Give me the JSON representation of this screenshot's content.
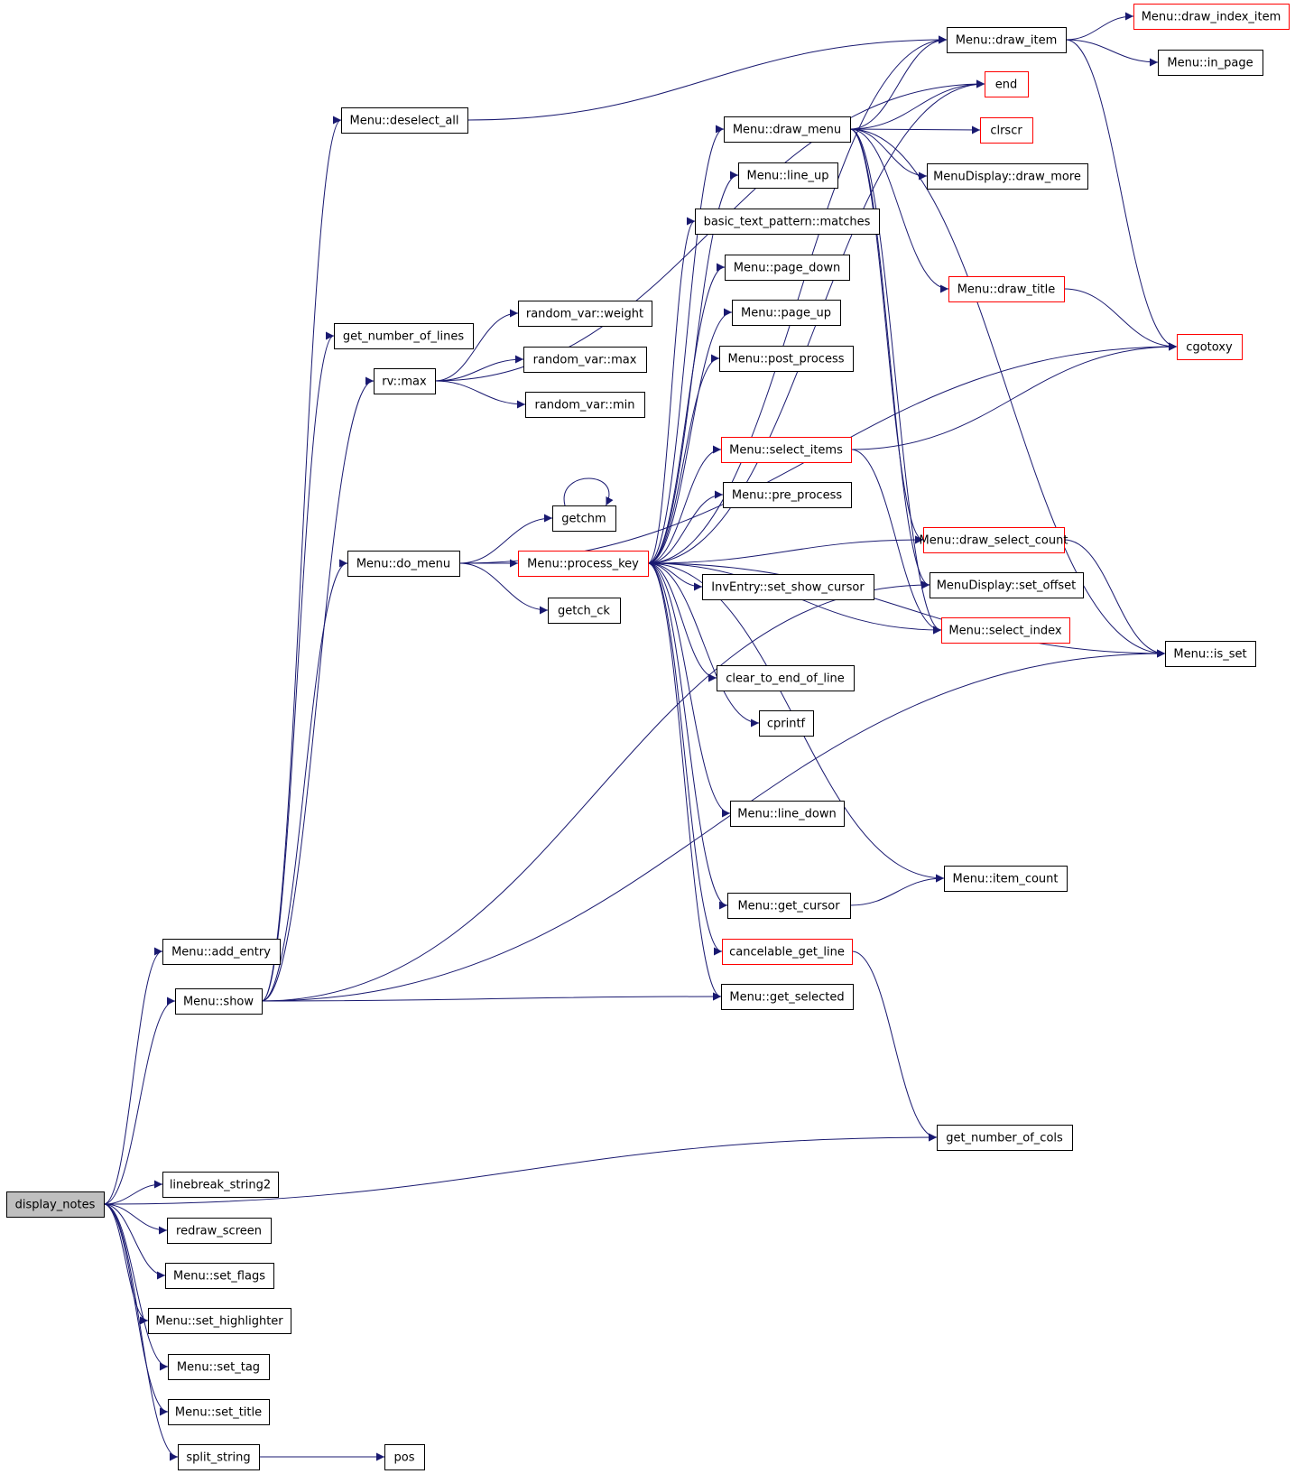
{
  "colors": {
    "edge": "#191970",
    "node_border": "#000000",
    "node_border_incomplete": "#ff0000",
    "root_fill": "#bfbfbf",
    "node_fill": "#ffffff"
  },
  "nodes": [
    {
      "id": "display_notes",
      "label": "display_notes",
      "border": "black",
      "root": true
    },
    {
      "id": "add_entry",
      "label": "Menu::add_entry",
      "border": "black"
    },
    {
      "id": "show",
      "label": "Menu::show",
      "border": "black"
    },
    {
      "id": "get_number_of_cols",
      "label": "get_number_of_cols",
      "border": "black"
    },
    {
      "id": "linebreak_string2",
      "label": "linebreak_string2",
      "border": "black"
    },
    {
      "id": "redraw_screen",
      "label": "redraw_screen",
      "border": "black"
    },
    {
      "id": "set_flags",
      "label": "Menu::set_flags",
      "border": "black"
    },
    {
      "id": "set_highlighter",
      "label": "Menu::set_highlighter",
      "border": "black"
    },
    {
      "id": "set_tag",
      "label": "Menu::set_tag",
      "border": "black"
    },
    {
      "id": "set_title",
      "label": "Menu::set_title",
      "border": "black"
    },
    {
      "id": "split_string",
      "label": "split_string",
      "border": "black"
    },
    {
      "id": "pos",
      "label": "pos",
      "border": "black"
    },
    {
      "id": "deselect_all",
      "label": "Menu::deselect_all",
      "border": "black"
    },
    {
      "id": "get_number_of_lines",
      "label": "get_number_of_lines",
      "border": "black"
    },
    {
      "id": "rv_max",
      "label": "rv::max",
      "border": "black"
    },
    {
      "id": "do_menu",
      "label": "Menu::do_menu",
      "border": "black"
    },
    {
      "id": "rv_weight",
      "label": "random_var::weight",
      "border": "black"
    },
    {
      "id": "rv_rmax",
      "label": "random_var::max",
      "border": "black"
    },
    {
      "id": "rv_min",
      "label": "random_var::min",
      "border": "black"
    },
    {
      "id": "getchm",
      "label": "getchm",
      "border": "black"
    },
    {
      "id": "process_key",
      "label": "Menu::process_key",
      "border": "red"
    },
    {
      "id": "getch_ck",
      "label": "getch_ck",
      "border": "black"
    },
    {
      "id": "draw_menu",
      "label": "Menu::draw_menu",
      "border": "black"
    },
    {
      "id": "line_up",
      "label": "Menu::line_up",
      "border": "black"
    },
    {
      "id": "matches",
      "label": "basic_text_pattern::matches",
      "border": "black"
    },
    {
      "id": "page_down",
      "label": "Menu::page_down",
      "border": "black"
    },
    {
      "id": "page_up",
      "label": "Menu::page_up",
      "border": "black"
    },
    {
      "id": "post_process",
      "label": "Menu::post_process",
      "border": "black"
    },
    {
      "id": "select_items",
      "label": "Menu::select_items",
      "border": "red"
    },
    {
      "id": "pre_process",
      "label": "Menu::pre_process",
      "border": "black"
    },
    {
      "id": "set_show_cursor",
      "label": "InvEntry::set_show_cursor",
      "border": "black"
    },
    {
      "id": "clear_to_end_of_line",
      "label": "clear_to_end_of_line",
      "border": "black"
    },
    {
      "id": "cprintf",
      "label": "cprintf",
      "border": "black"
    },
    {
      "id": "line_down",
      "label": "Menu::line_down",
      "border": "black"
    },
    {
      "id": "get_cursor",
      "label": "Menu::get_cursor",
      "border": "black"
    },
    {
      "id": "cancelable_get_line",
      "label": "cancelable_get_line",
      "border": "red"
    },
    {
      "id": "get_selected",
      "label": "Menu::get_selected",
      "border": "black"
    },
    {
      "id": "draw_item",
      "label": "Menu::draw_item",
      "border": "black"
    },
    {
      "id": "end",
      "label": "end",
      "border": "red"
    },
    {
      "id": "clrscr",
      "label": "clrscr",
      "border": "red"
    },
    {
      "id": "draw_more",
      "label": "MenuDisplay::draw_more",
      "border": "black"
    },
    {
      "id": "draw_title",
      "label": "Menu::draw_title",
      "border": "red"
    },
    {
      "id": "draw_select_count",
      "label": "Menu::draw_select_count",
      "border": "red"
    },
    {
      "id": "set_offset",
      "label": "MenuDisplay::set_offset",
      "border": "black"
    },
    {
      "id": "select_index",
      "label": "Menu::select_index",
      "border": "red"
    },
    {
      "id": "item_count",
      "label": "Menu::item_count",
      "border": "black"
    },
    {
      "id": "draw_index_item",
      "label": "Menu::draw_index_item",
      "border": "red"
    },
    {
      "id": "in_page",
      "label": "Menu::in_page",
      "border": "black"
    },
    {
      "id": "cgotoxy",
      "label": "cgotoxy",
      "border": "red"
    },
    {
      "id": "is_set",
      "label": "Menu::is_set",
      "border": "black"
    }
  ],
  "edges": [
    [
      "display_notes",
      "add_entry"
    ],
    [
      "display_notes",
      "show"
    ],
    [
      "display_notes",
      "get_number_of_cols"
    ],
    [
      "display_notes",
      "linebreak_string2"
    ],
    [
      "display_notes",
      "redraw_screen"
    ],
    [
      "display_notes",
      "set_flags"
    ],
    [
      "display_notes",
      "set_highlighter"
    ],
    [
      "display_notes",
      "set_tag"
    ],
    [
      "display_notes",
      "set_title"
    ],
    [
      "display_notes",
      "split_string"
    ],
    [
      "split_string",
      "pos"
    ],
    [
      "show",
      "deselect_all"
    ],
    [
      "show",
      "get_number_of_lines"
    ],
    [
      "show",
      "rv_max"
    ],
    [
      "show",
      "do_menu"
    ],
    [
      "show",
      "get_selected"
    ],
    [
      "show",
      "set_offset"
    ],
    [
      "show",
      "is_set"
    ],
    [
      "deselect_all",
      "draw_item"
    ],
    [
      "rv_max",
      "rv_weight"
    ],
    [
      "rv_max",
      "rv_rmax"
    ],
    [
      "rv_max",
      "rv_min"
    ],
    [
      "rv_max",
      "end"
    ],
    [
      "do_menu",
      "getchm"
    ],
    [
      "do_menu",
      "process_key"
    ],
    [
      "do_menu",
      "getch_ck"
    ],
    [
      "do_menu",
      "cgotoxy"
    ],
    [
      "getchm",
      "getchm"
    ],
    [
      "process_key",
      "draw_menu"
    ],
    [
      "process_key",
      "line_up"
    ],
    [
      "process_key",
      "matches"
    ],
    [
      "process_key",
      "page_down"
    ],
    [
      "process_key",
      "page_up"
    ],
    [
      "process_key",
      "post_process"
    ],
    [
      "process_key",
      "select_items"
    ],
    [
      "process_key",
      "pre_process"
    ],
    [
      "process_key",
      "draw_select_count"
    ],
    [
      "process_key",
      "set_show_cursor"
    ],
    [
      "process_key",
      "select_index"
    ],
    [
      "process_key",
      "clear_to_end_of_line"
    ],
    [
      "process_key",
      "cprintf"
    ],
    [
      "process_key",
      "is_set"
    ],
    [
      "process_key",
      "line_down"
    ],
    [
      "process_key",
      "item_count"
    ],
    [
      "process_key",
      "get_cursor"
    ],
    [
      "process_key",
      "cancelable_get_line"
    ],
    [
      "process_key",
      "get_selected"
    ],
    [
      "process_key",
      "draw_item"
    ],
    [
      "process_key",
      "end"
    ],
    [
      "draw_menu",
      "draw_item"
    ],
    [
      "draw_menu",
      "end"
    ],
    [
      "draw_menu",
      "clrscr"
    ],
    [
      "draw_menu",
      "draw_more"
    ],
    [
      "draw_menu",
      "draw_title"
    ],
    [
      "draw_menu",
      "draw_select_count"
    ],
    [
      "draw_menu",
      "set_offset"
    ],
    [
      "draw_menu",
      "select_index"
    ],
    [
      "draw_menu",
      "is_set"
    ],
    [
      "draw_item",
      "draw_index_item"
    ],
    [
      "draw_item",
      "in_page"
    ],
    [
      "draw_item",
      "cgotoxy"
    ],
    [
      "draw_title",
      "cgotoxy"
    ],
    [
      "select_items",
      "cgotoxy"
    ],
    [
      "select_items",
      "select_index"
    ],
    [
      "draw_select_count",
      "is_set"
    ],
    [
      "get_cursor",
      "item_count"
    ],
    [
      "cancelable_get_line",
      "get_number_of_cols"
    ]
  ]
}
